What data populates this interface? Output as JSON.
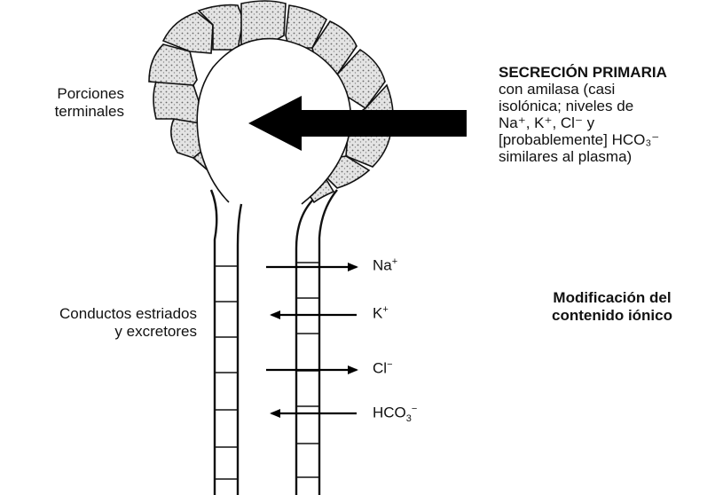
{
  "labels": {
    "terminal_portions": [
      "Porciones",
      "terminales"
    ],
    "primary_secretion_title": "SECRECIÓN PRIMARIA",
    "primary_secretion_body": [
      "con amilasa (casi",
      "isolónica; niveles de",
      "Na⁺, K⁺, Cl⁻ y",
      "[probablemente] HCO₃⁻",
      "similares al plasma)"
    ],
    "ducts": [
      "Conductos estriados",
      "y excretores"
    ],
    "modification": [
      "Modificación del",
      "contenido iónico"
    ]
  },
  "ions": [
    {
      "label": "Na",
      "charge": "+",
      "direction": "out"
    },
    {
      "label": "K",
      "charge": "+",
      "direction": "in"
    },
    {
      "label": "Cl",
      "charge": "−",
      "direction": "out"
    },
    {
      "label": "HCO",
      "sub": "3",
      "charge": "−",
      "direction": "in"
    }
  ],
  "colors": {
    "ink": "#111111",
    "cell_fill": "#d6d6d6",
    "arrow": "#000000"
  }
}
